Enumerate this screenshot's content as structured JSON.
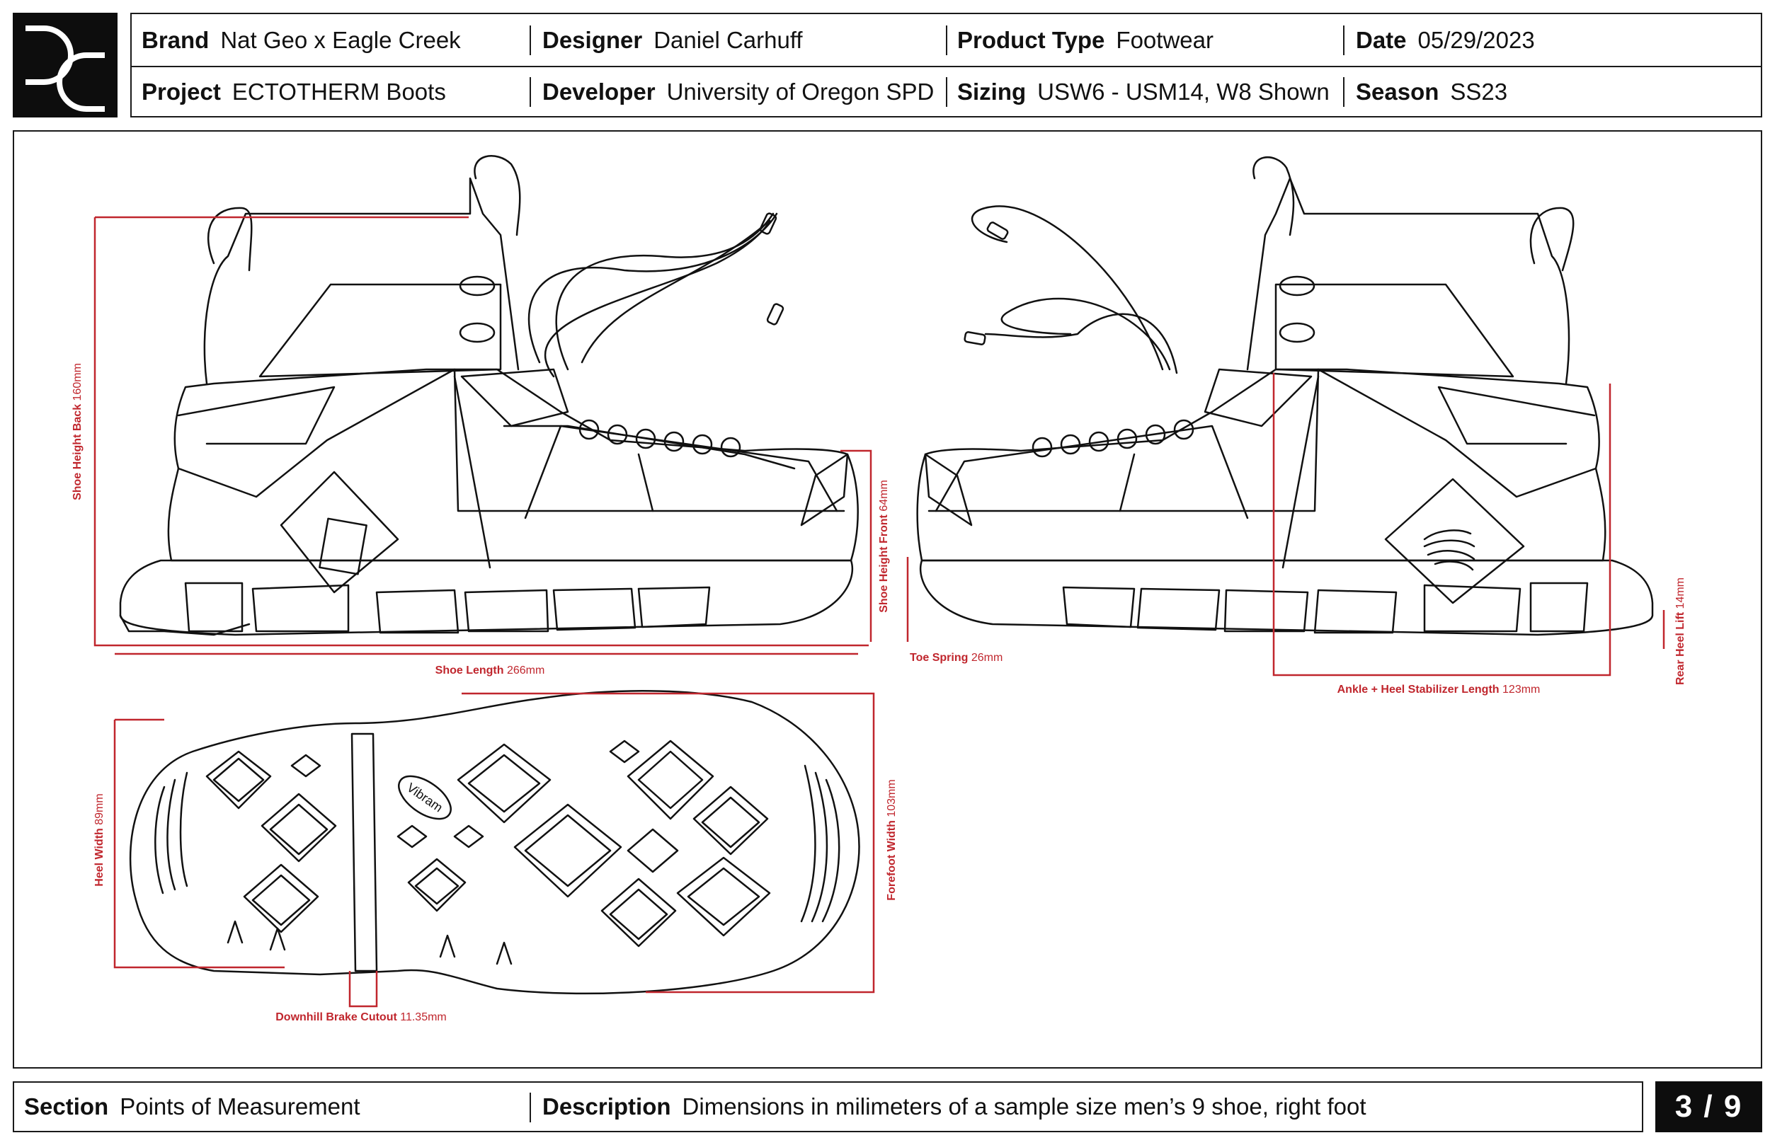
{
  "header": {
    "brand_label": "Brand",
    "brand": "Nat Geo x Eagle Creek",
    "designer_label": "Designer",
    "designer": "Daniel Carhuff",
    "product_type_label": "Product Type",
    "product_type": "Footwear",
    "date_label": "Date",
    "date": "05/29/2023",
    "project_label": "Project",
    "project": "ECTOTHERM Boots",
    "developer_label": "Developer",
    "developer": "University of Oregon SPD",
    "sizing_label": "Sizing",
    "sizing": "USW6 - USM14, W8 Shown",
    "season_label": "Season",
    "season": "SS23"
  },
  "measurements": {
    "shoe_height_back": {
      "label": "Shoe Height Back",
      "value": "160mm"
    },
    "shoe_height_front": {
      "label": "Shoe Height Front",
      "value": "64mm"
    },
    "shoe_length": {
      "label": "Shoe Length",
      "value": "266mm"
    },
    "toe_spring": {
      "label": "Toe Spring",
      "value": "26mm"
    },
    "ankle_heel": {
      "label": "Ankle + Heel Stabilizer Length",
      "value": "123mm"
    },
    "rear_heel_lift": {
      "label": "Rear Heel Lift",
      "value": "14mm"
    },
    "heel_width": {
      "label": "Heel Width",
      "value": "89mm"
    },
    "forefoot_width": {
      "label": "Forefoot Width",
      "value": "103mm"
    },
    "downhill_brake": {
      "label": "Downhill Brake Cutout",
      "value": "11.35mm"
    }
  },
  "sole_logo_text": "Vibram",
  "footer": {
    "section_label": "Section",
    "section": "Points of Measurement",
    "description_label": "Description",
    "description": "Dimensions in milimeters of a sample size men’s 9 shoe, right foot"
  },
  "page_number": "3 / 9",
  "colors": {
    "dimension_red": "#c0262d",
    "ink": "#111111"
  }
}
